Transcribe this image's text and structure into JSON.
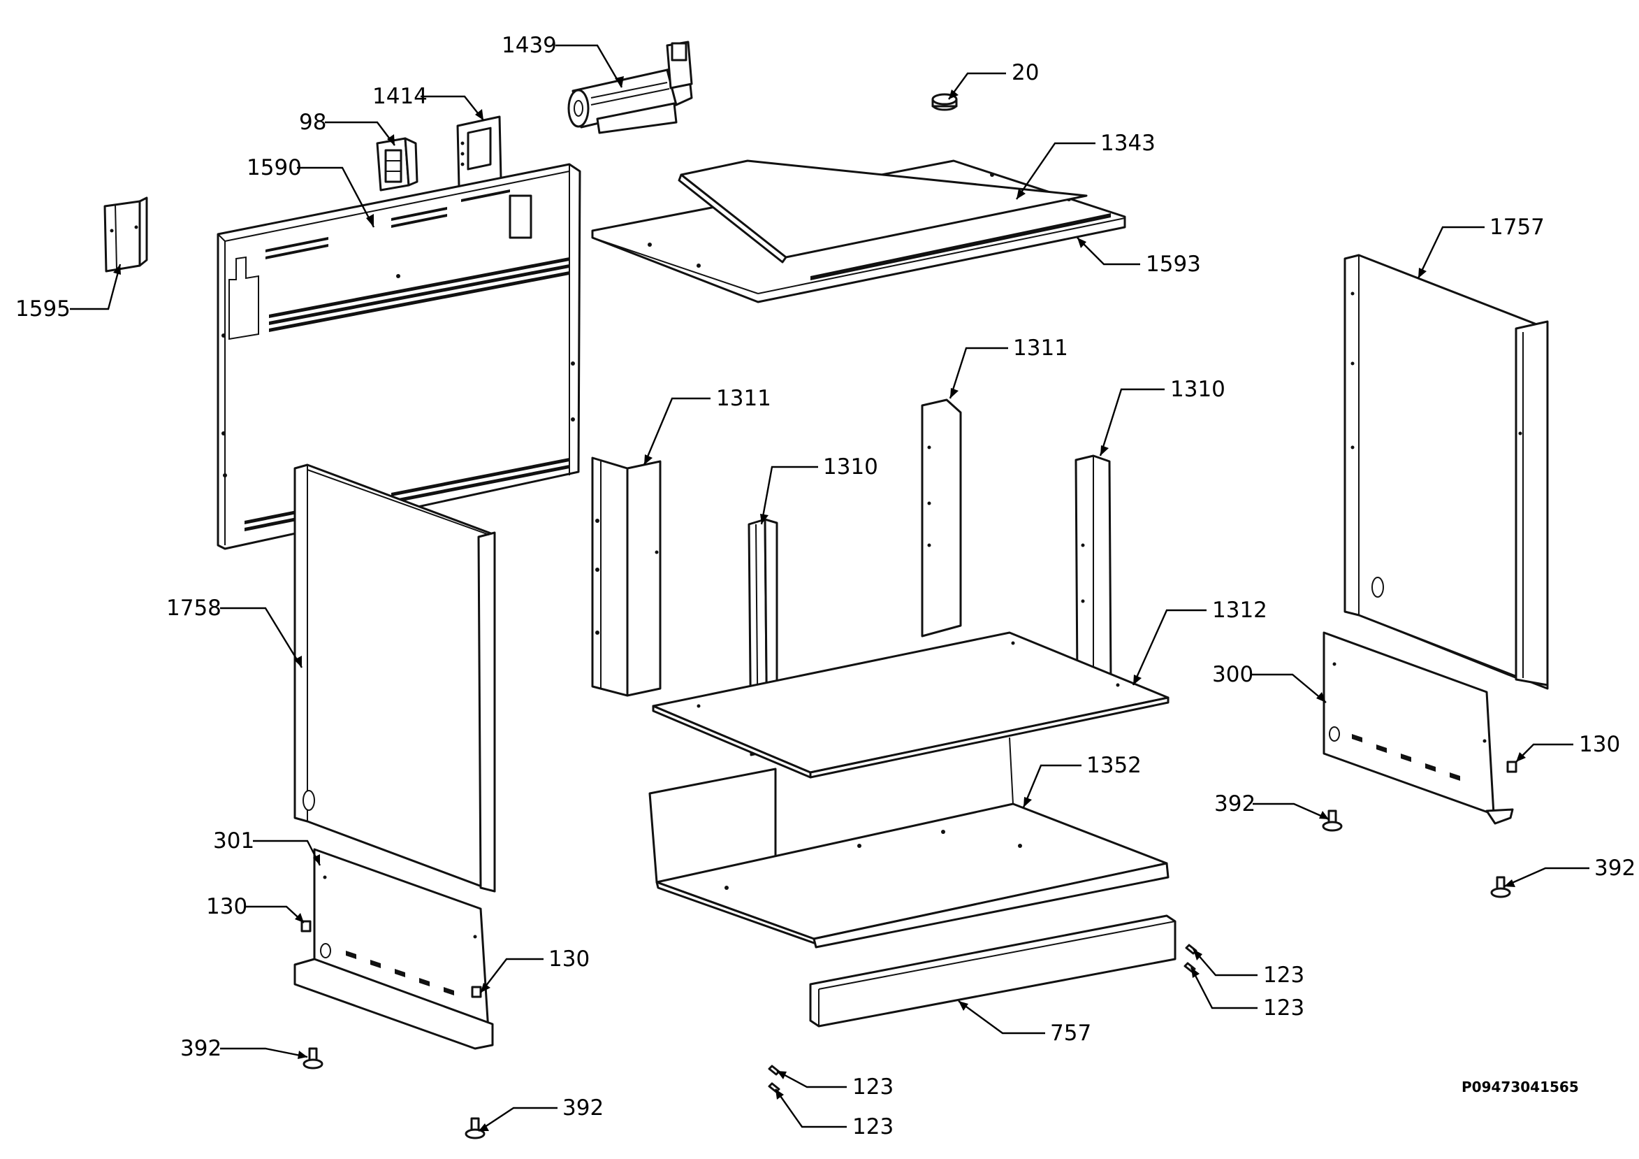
{
  "reference_code": "P09473041565",
  "callouts": [
    {
      "id": "c1439",
      "text": "1439"
    },
    {
      "id": "c20",
      "text": "20"
    },
    {
      "id": "c1414",
      "text": "1414"
    },
    {
      "id": "c98",
      "text": "98"
    },
    {
      "id": "c1590",
      "text": "1590"
    },
    {
      "id": "c1343",
      "text": "1343"
    },
    {
      "id": "c1593",
      "text": "1593"
    },
    {
      "id": "c1757",
      "text": "1757"
    },
    {
      "id": "c1595",
      "text": "1595"
    },
    {
      "id": "c1311a",
      "text": "1311"
    },
    {
      "id": "c1311b",
      "text": "1311"
    },
    {
      "id": "c1310a",
      "text": "1310"
    },
    {
      "id": "c1310b",
      "text": "1310"
    },
    {
      "id": "c1312",
      "text": "1312"
    },
    {
      "id": "c300",
      "text": "300"
    },
    {
      "id": "c130a",
      "text": "130"
    },
    {
      "id": "c1758",
      "text": "1758"
    },
    {
      "id": "c1352",
      "text": "1352"
    },
    {
      "id": "c392a",
      "text": "392"
    },
    {
      "id": "c392b",
      "text": "392"
    },
    {
      "id": "c301",
      "text": "301"
    },
    {
      "id": "c130b",
      "text": "130"
    },
    {
      "id": "c130c",
      "text": "130"
    },
    {
      "id": "c123a",
      "text": "123"
    },
    {
      "id": "c123b",
      "text": "123"
    },
    {
      "id": "c757",
      "text": "757"
    },
    {
      "id": "c392c",
      "text": "392"
    },
    {
      "id": "c123c",
      "text": "123"
    },
    {
      "id": "c123d",
      "text": "123"
    },
    {
      "id": "c392d",
      "text": "392"
    }
  ]
}
